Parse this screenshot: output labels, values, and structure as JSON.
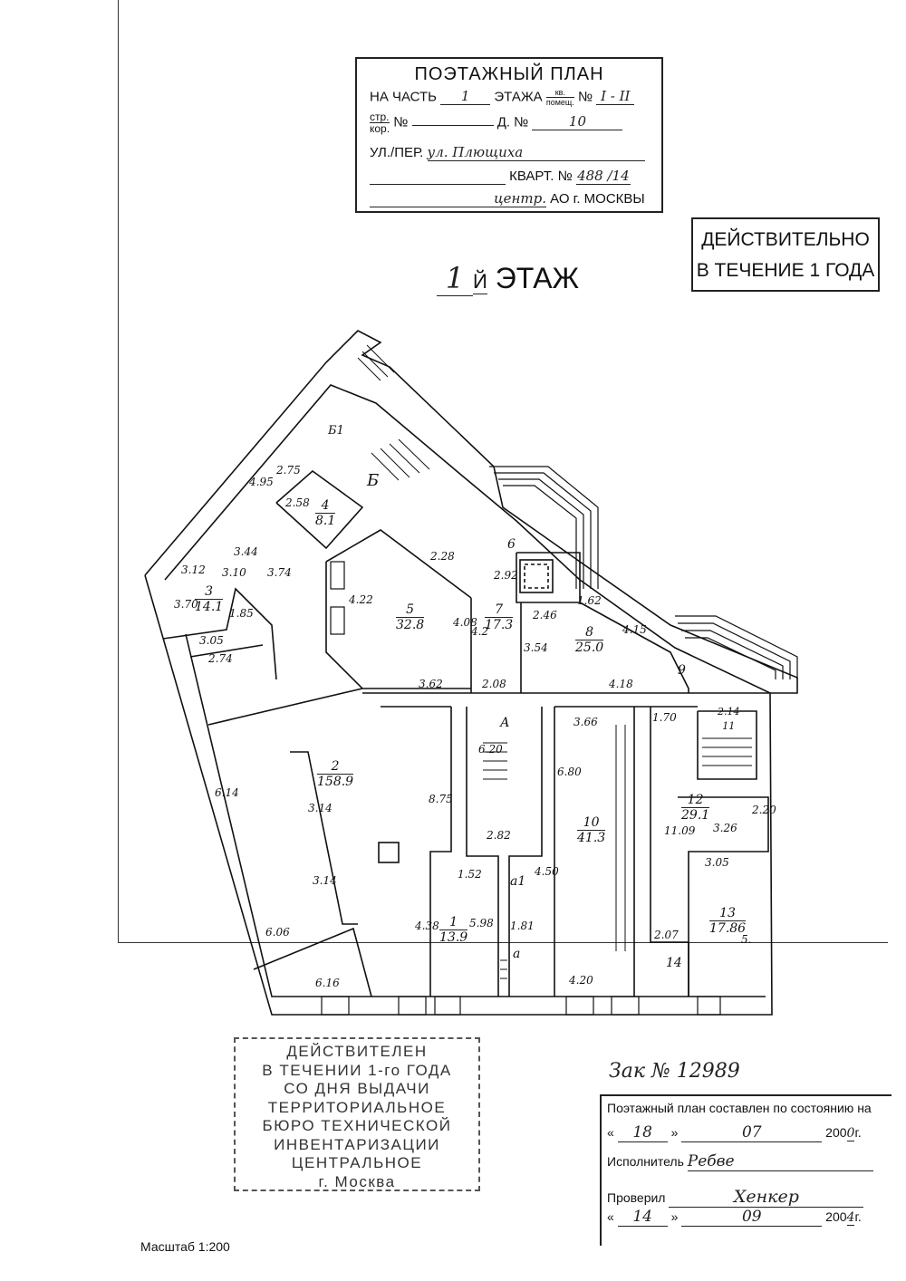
{
  "header": {
    "title": "ПОЭТАЖНЫЙ ПЛАН",
    "part_label": "НА ЧАСТЬ",
    "part_value": "1",
    "floor_label": "ЭТАЖА",
    "kv_label": "кв.",
    "pomeshch_label": "помещ.",
    "no_label": "№",
    "kv_value": "I - II",
    "str_label": "стр.",
    "kor_label": "кор.",
    "str_value": "",
    "house_label": "Д. №",
    "house_value": "10",
    "street_label": "УЛ./ПЕР.",
    "street_value": "ул. Плющиха",
    "kvart_label": "КВАРТ. №",
    "kvart_value": "488 /14",
    "district_value": "центр.",
    "ao_label": "АО г. МОСКВЫ"
  },
  "validity_box": {
    "line1": "ДЕЙСТВИТЕЛЬНО",
    "line2": "В ТЕЧЕНИЕ 1 ГОДА"
  },
  "floor_title": {
    "number": "1",
    "suffix": "Й",
    "label": "ЭТАЖ"
  },
  "rooms": [
    {
      "num": "1",
      "area": "13.9"
    },
    {
      "num": "2",
      "area": "158.9"
    },
    {
      "num": "3",
      "area": "14.1"
    },
    {
      "num": "4",
      "area": "8.1"
    },
    {
      "num": "5",
      "area": "32.8"
    },
    {
      "num": "7",
      "area": "17.3"
    },
    {
      "num": "8",
      "area": "25.0"
    },
    {
      "num": "10",
      "area": "41.3"
    },
    {
      "num": "11",
      "area": "2.14"
    },
    {
      "num": "12",
      "area": "29.1"
    },
    {
      "num": "13",
      "area": "17.86"
    }
  ],
  "room_marks": [
    "6",
    "9",
    "14",
    "Б",
    "Б1",
    "А",
    "а",
    "а1"
  ],
  "dimensions": [
    "4.95",
    "2.75",
    "2.58",
    "3.12",
    "3.10",
    "3.44",
    "3.74",
    "3.70",
    "1.85",
    "3.05",
    "2.74",
    "4.22",
    "2.28",
    "2.92",
    "4.08",
    "4.2",
    "3.62",
    "2.08",
    "2.46",
    "1.62",
    "4.15",
    "3.54",
    "4.18",
    "3.66",
    "1.70",
    "6.20",
    "6.80",
    "8.75",
    "2.82",
    "11.09",
    "3.26",
    "2.20",
    "1.52",
    "4.50",
    "4.38",
    "5.98",
    "1.81",
    "6.14",
    "3.14",
    "3.14",
    "6.06",
    "6.16",
    "3.05",
    "5.",
    "2.07",
    "4.20"
  ],
  "stamp": {
    "lines": [
      "ДЕЙСТВИТЕЛЕН",
      "В ТЕЧЕНИИ 1-го ГОДА",
      "СО ДНЯ ВЫДАЧИ",
      "ТЕРРИТОРИАЛЬНОЕ",
      "БЮРО ТЕХНИЧЕСКОЙ",
      "ИНВЕНТАРИЗАЦИИ",
      "ЦЕНТРАЛЬНОЕ",
      "г. Москва"
    ]
  },
  "scale": "Масштаб 1:200",
  "order": "Зак № 12989",
  "status_block": {
    "title": "Поэтажный план составлен по состоянию на",
    "day1": "18",
    "month1": "07",
    "year_prefix1": "200",
    "year_digit1": "0",
    "year_suffix1": "г.",
    "executor_label": "Исполнитель",
    "executor_sign": "Ребве",
    "checked_label": "Проверил",
    "checked_sign": "Хенкер",
    "day2": "14",
    "month2": "09",
    "year_prefix2": "200",
    "year_digit2": "4",
    "year_suffix2": "г."
  }
}
